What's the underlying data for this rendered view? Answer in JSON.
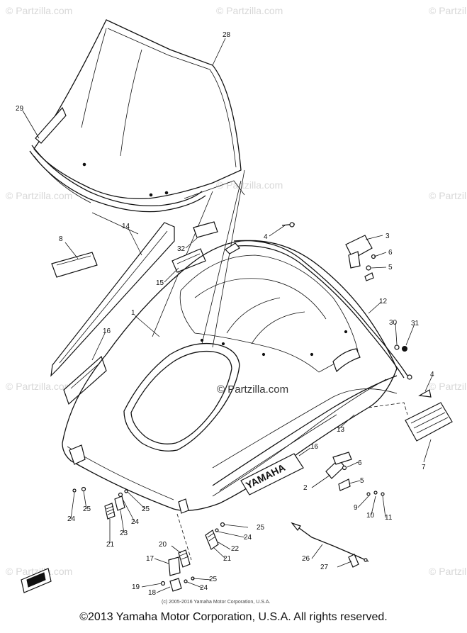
{
  "watermarks": {
    "repeat_text": "© Partzilla.com",
    "center_text": "© Partzilla.com"
  },
  "inner_copyright": "(c) 2005-2016 Yamaha Motor Corporation, U.S.A.",
  "footer_copyright": "©2013 Yamaha Motor Corporation, U.S.A. All rights reserved.",
  "decals": {
    "yamaha": "YAMAHA"
  },
  "callouts": {
    "c1": "1",
    "c2": "2",
    "c3": "3",
    "c4a": "4",
    "c4b": "4",
    "c5a": "5",
    "c5b": "5",
    "c6a": "6",
    "c6b": "6",
    "c7": "7",
    "c8": "8",
    "c9": "9",
    "c10": "10",
    "c11": "11",
    "c12": "12",
    "c13": "13",
    "c14": "14",
    "c15": "15",
    "c16": "16",
    "c17": "17",
    "c18": "18",
    "c19": "19",
    "c20": "20",
    "c21a": "21",
    "c21b": "21",
    "c22": "22",
    "c23": "23",
    "c24a": "24",
    "c24b": "24",
    "c24c": "24",
    "c24d": "24",
    "c25a": "25",
    "c25b": "25",
    "c25c": "25",
    "c25d": "25",
    "c26": "26",
    "c27": "27",
    "c28": "28",
    "c29": "29",
    "c30": "30",
    "c31": "31",
    "c32": "32"
  }
}
